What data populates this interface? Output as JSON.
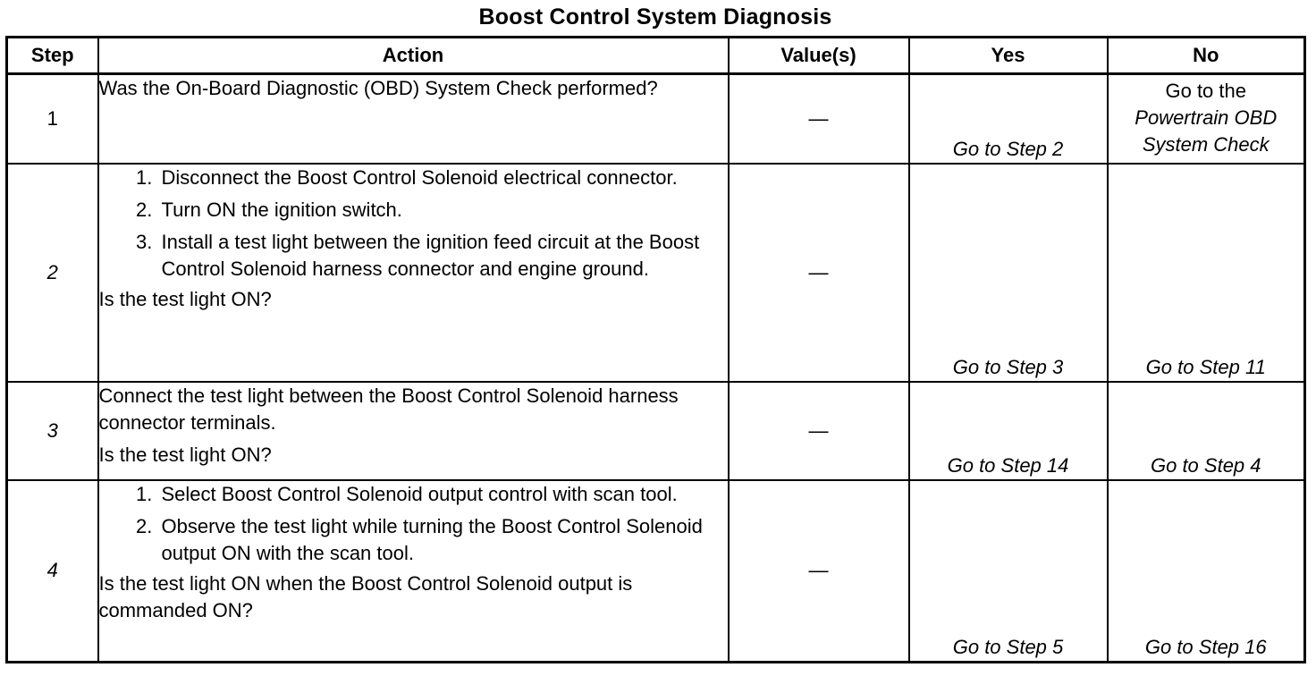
{
  "title": "Boost Control System Diagnosis",
  "headers": {
    "step": "Step",
    "action": "Action",
    "values": "Value(s)",
    "yes": "Yes",
    "no": "No"
  },
  "rows": [
    {
      "step": "1",
      "action_text": "Was the On-Board Diagnostic (OBD) System Check performed?",
      "value": "—",
      "yes": "Go to Step 2",
      "no_line1": "Go to the",
      "no_line2": "Powertrain OBD",
      "no_line3": "System Check"
    },
    {
      "step": "2",
      "substeps": [
        "Disconnect the Boost Control Solenoid electrical connector.",
        "Turn ON the ignition switch.",
        "Install a test light between the ignition feed circuit at the Boost Control Solenoid harness connector and engine ground."
      ],
      "question": "Is the test light ON?",
      "value": "—",
      "yes": "Go to Step 3",
      "no": "Go to Step 11"
    },
    {
      "step": "3",
      "action_text": "Connect the test light between the Boost Control Solenoid harness connector terminals.",
      "question": "Is the test light ON?",
      "value": "—",
      "yes": "Go to Step 14",
      "no": "Go to Step 4"
    },
    {
      "step": "4",
      "substeps": [
        "Select Boost Control Solenoid output control with scan tool.",
        "Observe the test light while turning the Boost Control Solenoid output ON with the scan tool."
      ],
      "question": "Is the test light ON when the Boost Control Solenoid output is commanded ON?",
      "value": "—",
      "yes": "Go to Step 5",
      "no": "Go to Step 16"
    }
  ]
}
